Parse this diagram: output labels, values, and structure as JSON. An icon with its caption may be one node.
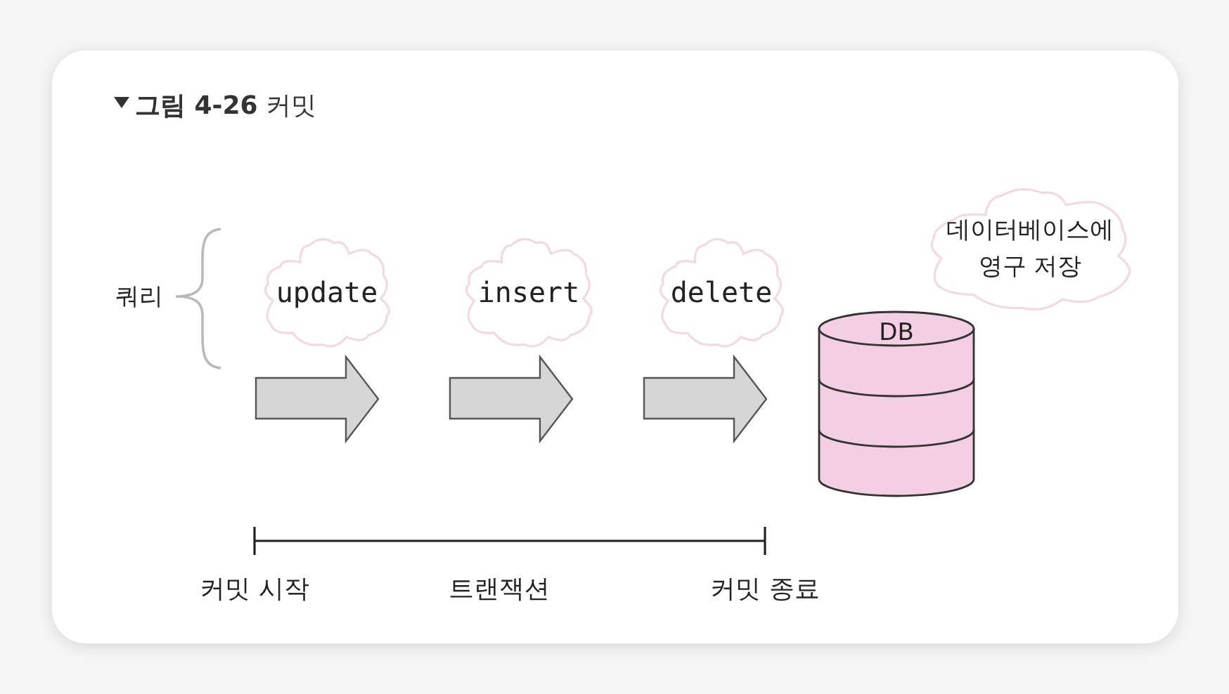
{
  "diagram": {
    "title": "**그림 4-26** 커밋",
    "nodes": [
      {
        "text": [
          "update"
        ]
      },
      {
        "text": [
          "insert"
        ]
      },
      {
        "text": [
          "delete"
        ]
      },
      {
        "text": [
          "데이터베이스에 영구 저장"
        ]
      },
      {
        "text": [
          "DB"
        ]
      }
    ],
    "labels": [
      "쿼리",
      "커밋 시작",
      "트랜잭션",
      "커밋 종료"
    ]
  }
}
